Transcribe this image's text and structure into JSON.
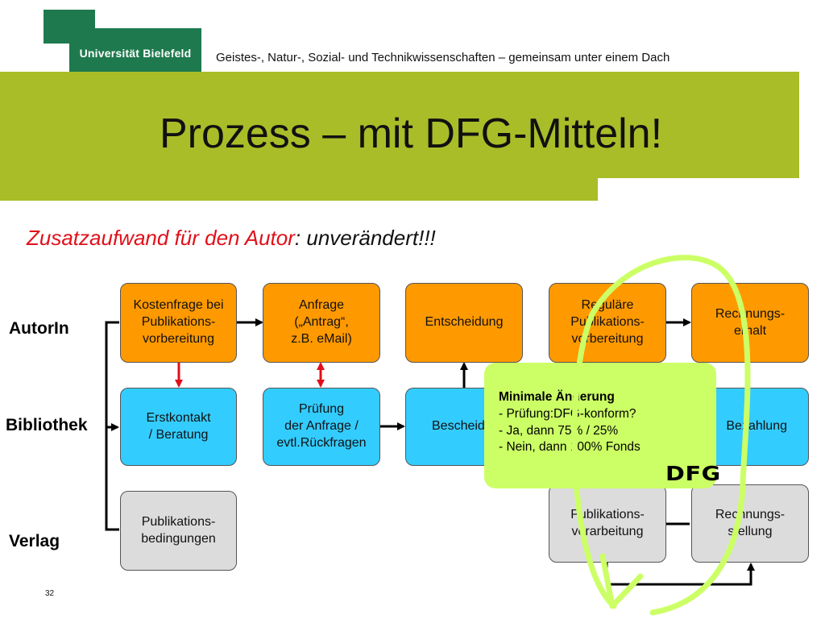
{
  "header": {
    "logo_text": "Universität Bielefeld",
    "tagline": "Geistes-, Natur-, Sozial- und Technikwissenschaften – gemeinsam unter einem Dach",
    "title": "Prozess – mit DFG-Mitteln!",
    "subtitle_red": "Zusatzaufwand für den Autor",
    "subtitle_dark": ": unverändert!!!"
  },
  "roles": {
    "author": "AutorIn",
    "library": "Bibliothek",
    "publisher": "Verlag"
  },
  "boxes": {
    "kostenfrage": "Kostenfrage bei\nPublikations-\nvorbereitung",
    "anfrage": "Anfrage\n(„Antrag“,\nz.B. eMail)",
    "entscheidung": "Entscheidung",
    "regulaere": "Reguläre\nPublikations-\nvorbereitung",
    "rechnungserhalt": "Rechnungs-\nerhalt",
    "erstkontakt": "Erstkontakt\n/ Beratung",
    "pruefung": "Prüfung\nder Anfrage /\nevtl.Rückfragen",
    "bescheid": "Bescheid",
    "bezahlung": "Bezahlung",
    "bedingungen": "Publikations-\nbedingungen",
    "verarbeitung": "Publikations-\nverarbeitung",
    "rechnungsstellung": "Rechnungs-\nstellung"
  },
  "callout": {
    "heading": "Minimale Änderung",
    "line1": "- Prüfung:DFG-konform?",
    "line2": "- Ja, dann 75% / 25%",
    "line3": "- Nein, dann 100% Fonds",
    "logo": "DFG"
  },
  "page_number": "32",
  "colors": {
    "university_green": "#1e7a4e",
    "title_band": "#a9bd28",
    "author_box": "#ff9900",
    "library_box": "#33ccff",
    "publisher_box": "#dcdcdc",
    "callout": "#ccff66",
    "loop_arrow": "#ccff66",
    "red_arrow": "#e0101a",
    "subtitle_red": "#e0101a"
  }
}
